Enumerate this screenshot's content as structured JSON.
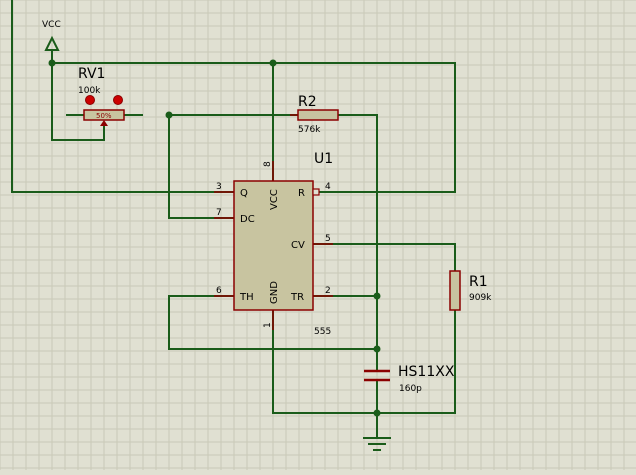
{
  "colors": {
    "background": "#e0e0d2",
    "grid": "#c9c9b8",
    "wire": "#1a5c1a",
    "component_outline": "#8b0000",
    "chip_fill": "#c8c4a0",
    "junction": "#1a5c1a",
    "probe": "#cc0000",
    "resistor_fill": "#c8c4a0"
  },
  "power": {
    "label": "VCC",
    "icon": "power-terminal-arrow"
  },
  "rv1": {
    "ref": "RV1",
    "value": "100k",
    "wiper": "50%"
  },
  "r2": {
    "ref": "R2",
    "value": "576k"
  },
  "r1": {
    "ref": "R1",
    "value": "909k"
  },
  "c1": {
    "ref": "HS11XX",
    "value": "160p"
  },
  "u1": {
    "ref": "U1",
    "part": "555",
    "pins": {
      "q": {
        "name": "Q",
        "num": "3"
      },
      "dc": {
        "name": "DC",
        "num": "7"
      },
      "th": {
        "name": "TH",
        "num": "6"
      },
      "vcc": {
        "name": "VCC",
        "num": "8"
      },
      "r": {
        "name": "R",
        "num": "4"
      },
      "cv": {
        "name": "CV",
        "num": "5"
      },
      "tr": {
        "name": "TR",
        "num": "2"
      },
      "gnd": {
        "name": "GND",
        "num": "1"
      }
    }
  },
  "ground": {
    "icon": "ground-symbol"
  }
}
